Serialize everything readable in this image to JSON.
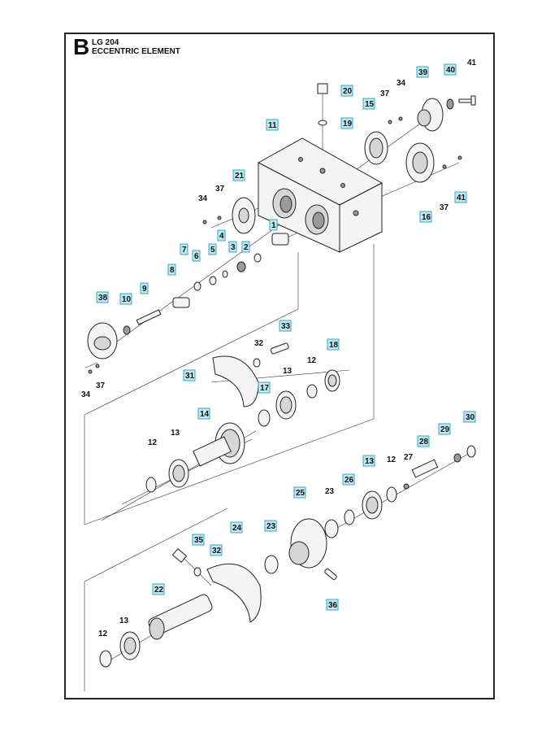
{
  "header": {
    "section_letter": "B",
    "model": "LG 204",
    "title": "ECCENTRIC ELEMENT"
  },
  "colors": {
    "callout_box_fill": "#bfe9f3",
    "callout_box_stroke": "#3aa6c6",
    "line": "#222222"
  },
  "callouts": {
    "n1": "1",
    "n2": "2",
    "n3": "3",
    "n4": "4",
    "n5": "5",
    "n6": "6",
    "n7": "7",
    "n8": "8",
    "n9": "9",
    "n10": "10",
    "n11": "11",
    "n12a": "12",
    "n12b": "12",
    "n12c": "12",
    "n12d": "12",
    "n13a": "13",
    "n13b": "13",
    "n13c": "13",
    "n13d": "13",
    "n14": "14",
    "n15": "15",
    "n16": "16",
    "n17": "17",
    "n18": "18",
    "n19": "19",
    "n20": "20",
    "n21": "21",
    "n22": "22",
    "n23a": "23",
    "n23b": "23",
    "n24": "24",
    "n25": "25",
    "n26": "26",
    "n27": "27",
    "n28": "28",
    "n29": "29",
    "n30": "30",
    "n31": "31",
    "n32a": "32",
    "n32b": "32",
    "n33": "33",
    "n34a": "34",
    "n34b": "34",
    "n34c": "34",
    "n35": "35",
    "n36": "36",
    "n37a": "37",
    "n37b": "37",
    "n37c": "37",
    "n37d": "37",
    "n38": "38",
    "n39": "39",
    "n40": "40",
    "n41a": "41",
    "n41b": "41"
  }
}
